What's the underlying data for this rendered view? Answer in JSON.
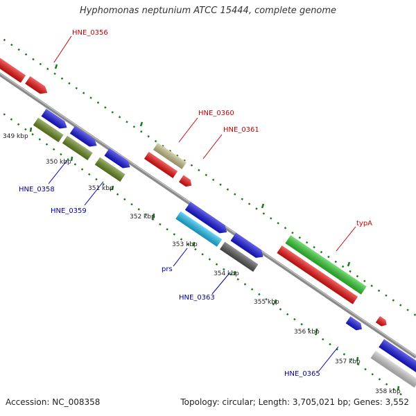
{
  "title": "Hyphomonas neptunium ATCC 15444, complete genome",
  "footer": {
    "accession": "Accession: NC_008358",
    "summary": "Topology: circular; Length: 3,705,021 bp; Genes: 3,552"
  },
  "colors": {
    "backbone": "#888888",
    "tick": "#1a7a1a",
    "label_red": "#cc0000",
    "label_blue": "#0000aa",
    "red": "#ee1111",
    "blue": "#1515e0",
    "olive": "#6b8a22",
    "tan": "#c8c08a",
    "cyan": "#1fbfef",
    "gray": "#555555",
    "lightgray": "#cccccc",
    "green": "#33cc33"
  },
  "ticks": [
    {
      "text": "349 kbp"
    },
    {
      "text": "350 kbp"
    },
    {
      "text": "351 kbp"
    },
    {
      "text": "352 kbp"
    },
    {
      "text": "353 kbp"
    },
    {
      "text": "354 kbp"
    },
    {
      "text": "355 kbp"
    },
    {
      "text": "356 kbp"
    },
    {
      "text": "357 kbp"
    },
    {
      "text": "358 kbp"
    }
  ],
  "gene_labels": [
    {
      "text": "HNE_0356",
      "color": "label_red"
    },
    {
      "text": "HNE_0360",
      "color": "label_red"
    },
    {
      "text": "HNE_0361",
      "color": "label_red"
    },
    {
      "text": "typA",
      "color": "label_red"
    },
    {
      "text": "HNE_0358",
      "color": "label_blue"
    },
    {
      "text": "HNE_0359",
      "color": "label_blue"
    },
    {
      "text": "prs",
      "color": "label_blue"
    },
    {
      "text": "HNE_0363",
      "color": "label_blue"
    },
    {
      "text": "HNE_0365",
      "color": "label_blue"
    }
  ]
}
